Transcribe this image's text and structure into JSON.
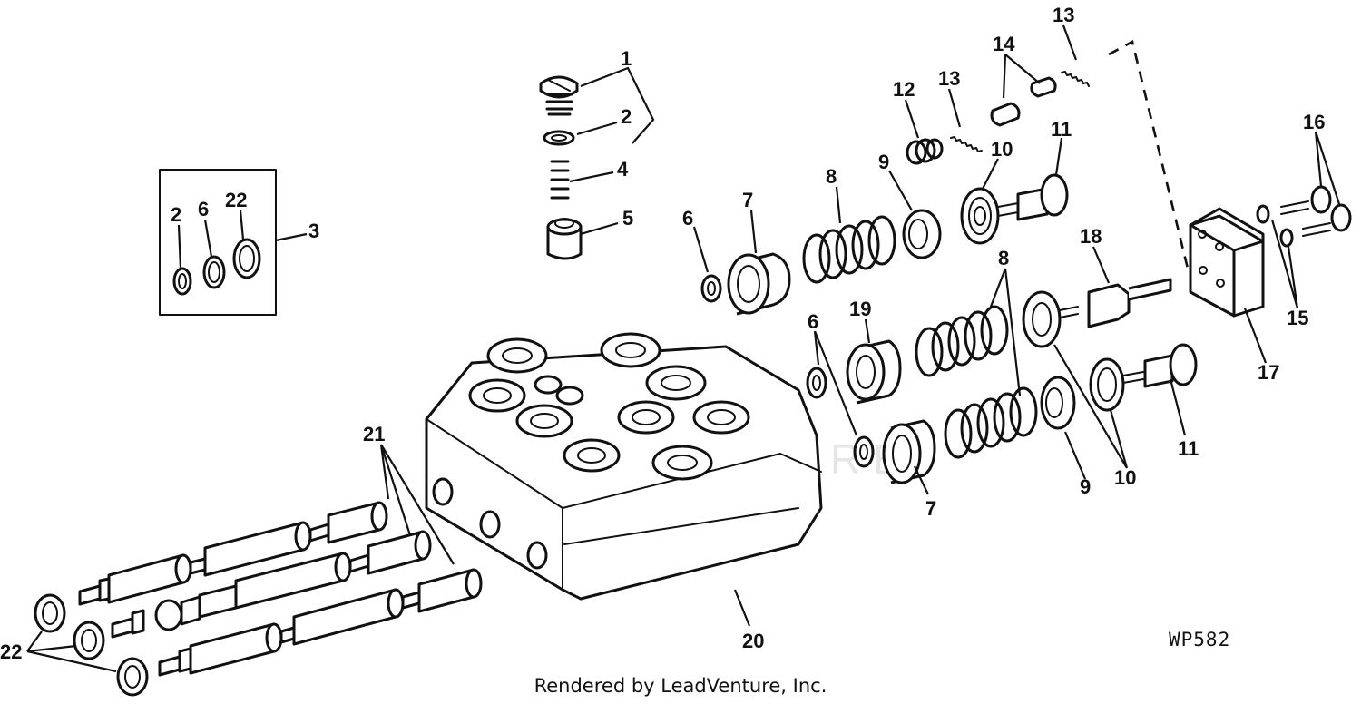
{
  "diagram": {
    "callouts": {
      "c1": "1",
      "c2": "2",
      "c4": "4",
      "c5": "5",
      "c6": "6",
      "c7": "7",
      "c8": "8",
      "c9": "9",
      "c10": "10",
      "c11": "11",
      "c12": "12",
      "c13a": "13",
      "c13b": "13",
      "c14": "14",
      "c3": "3",
      "c2k": "2",
      "c6k": "6",
      "c22k": "22",
      "c6b": "6",
      "c19": "19",
      "c8b": "8",
      "c18": "18",
      "c16": "16",
      "c15": "15",
      "c17": "17",
      "c11b": "11",
      "c10b": "10",
      "c9b": "9",
      "c7b": "7",
      "c20": "20",
      "c21": "21",
      "c22": "22"
    },
    "code": "WP582",
    "watermark": "LEADVENTURE"
  },
  "footer": "Rendered by LeadVenture, Inc."
}
